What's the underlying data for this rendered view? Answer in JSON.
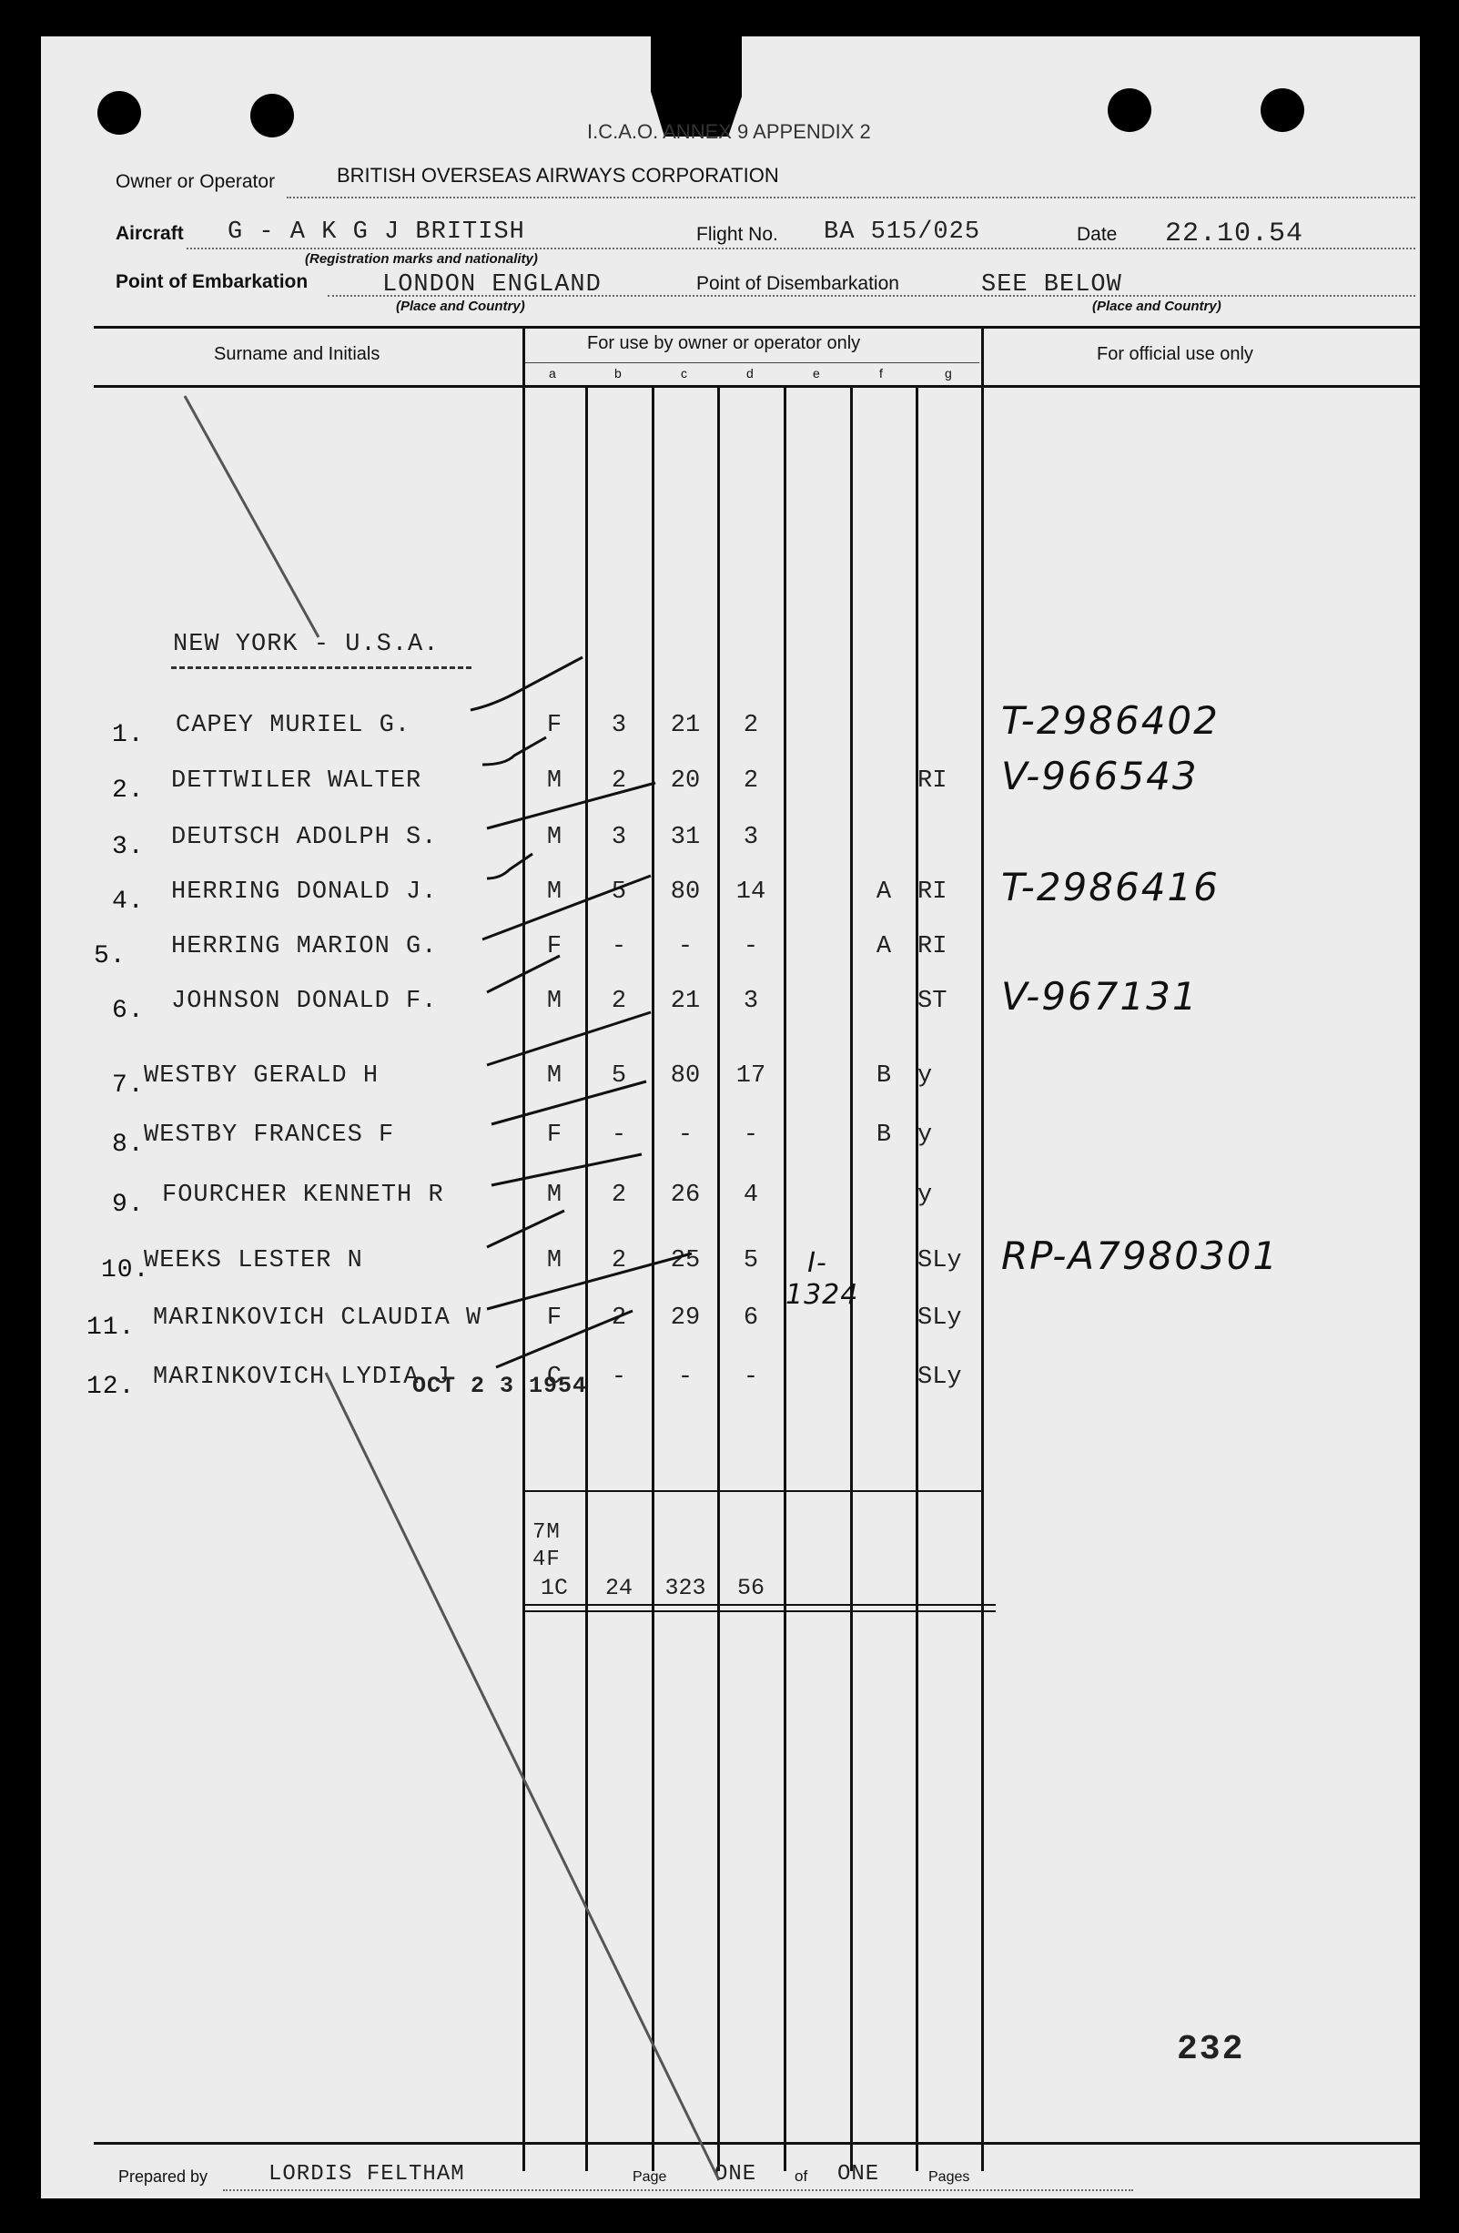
{
  "header": {
    "form_title": "I.C.A.O. ANNEX 9 APPENDIX 2",
    "owner_label": "Owner or Operator",
    "owner_value": "BRITISH OVERSEAS AIRWAYS CORPORATION",
    "aircraft_label": "Aircraft",
    "aircraft_value": "G - A K G J      BRITISH",
    "registration_note": "(Registration marks and nationality)",
    "flight_label": "Flight No.",
    "flight_value": "BA 515/025",
    "date_label": "Date",
    "date_value": "22.10.54",
    "embark_label": "Point of Embarkation",
    "embark_value": "LONDON ENGLAND",
    "embark_note": "(Place and Country)",
    "disembark_label": "Point of Disembarkation",
    "disembark_value": "SEE BELOW",
    "disembark_note": "(Place and Country)"
  },
  "table": {
    "col_name": "Surname and Initials",
    "col_owner": "For use by owner or operator only",
    "col_official": "For official use only",
    "sub_cols": [
      "a",
      "b",
      "c",
      "d",
      "e",
      "f",
      "g"
    ]
  },
  "destination": "NEW YORK - U.S.A.",
  "rows": [
    {
      "num": "1.",
      "name": "CAPEY MURIEL G.",
      "a": "F",
      "b": "3",
      "c": "21",
      "d": "2",
      "e": "",
      "f": "",
      "g": "",
      "official": "T-2986402"
    },
    {
      "num": "2.",
      "name": "DETTWILER WALTER",
      "a": "M",
      "b": "2",
      "c": "20",
      "d": "2",
      "e": "",
      "f": "",
      "g": "RI",
      "official": "V-966543"
    },
    {
      "num": "3.",
      "name": "DEUTSCH ADOLPH S.",
      "a": "M",
      "b": "3",
      "c": "31",
      "d": "3",
      "e": "",
      "f": "",
      "g": "",
      "official": ""
    },
    {
      "num": "4.",
      "name": "HERRING DONALD J.",
      "a": "M",
      "b": "5",
      "c": "80",
      "d": "14",
      "e": "",
      "f": "A",
      "g": "RI",
      "official": "T-2986416"
    },
    {
      "num": "5.",
      "name": "HERRING MARION G.",
      "a": "F",
      "b": "-",
      "c": "-",
      "d": "-",
      "e": "",
      "f": "A",
      "g": "RI",
      "official": ""
    },
    {
      "num": "6.",
      "name": "JOHNSON DONALD F.",
      "a": "M",
      "b": "2",
      "c": "21",
      "d": "3",
      "e": "",
      "f": "",
      "g": "ST",
      "official": "V-967131"
    },
    {
      "num": "7.",
      "name": "WESTBY GERALD  H",
      "a": "M",
      "b": "5",
      "c": "80",
      "d": "17",
      "e": "",
      "f": "B",
      "g": "y",
      "official": ""
    },
    {
      "num": "8.",
      "name": "WESTBY FRANCES F",
      "a": "F",
      "b": "-",
      "c": "-",
      "d": "-",
      "e": "",
      "f": "B",
      "g": "y",
      "official": ""
    },
    {
      "num": "9.",
      "name": "FOURCHER KENNETH R",
      "a": "M",
      "b": "2",
      "c": "26",
      "d": "4",
      "e": "",
      "f": "",
      "g": "y",
      "official": ""
    },
    {
      "num": "10.",
      "name": "WEEKS LESTER  N",
      "a": "M",
      "b": "2",
      "c": "25",
      "d": "5",
      "e": "I-1324",
      "f": "",
      "g": "SLy",
      "official": "RP-A7980301"
    },
    {
      "num": "11.",
      "name": "MARINKOVICH CLAUDIA W",
      "a": "F",
      "b": "2",
      "c": "29",
      "d": "6",
      "e": "",
      "f": "",
      "g": "SLy",
      "official": ""
    },
    {
      "num": "12.",
      "name": "MARINKOVICH LYDIA J",
      "a": "C",
      "b": "-",
      "c": "-",
      "d": "-",
      "e": "",
      "f": "",
      "g": "SLy",
      "official": ""
    }
  ],
  "stamp_date": "OCT 2 3 1954",
  "totals": {
    "line1": "7M",
    "line2": "4F",
    "a": "1C",
    "b": "24",
    "c": "323",
    "d": "56"
  },
  "page_number": "232",
  "footer": {
    "prepared_label": "Prepared by",
    "prepared_value": "LORDIS FELTHAM",
    "page_label": "Page",
    "page_value": "ONE",
    "of_label": "of",
    "of_value": "ONE",
    "pages_label": "Pages"
  }
}
